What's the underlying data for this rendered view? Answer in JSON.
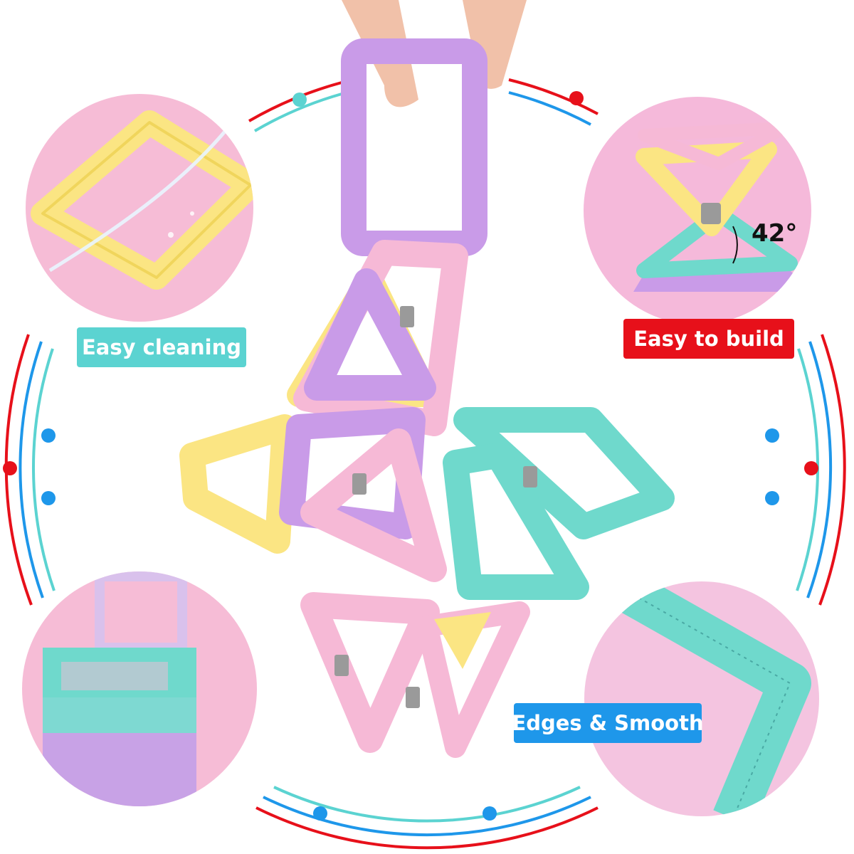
{
  "features": {
    "cleaning": "Easy cleaning",
    "build": "Easy to build",
    "edges": "Edges & Smooth",
    "angle": "42°"
  },
  "colors": {
    "pink": "#f6b9d6",
    "purple": "#c99be8",
    "yellow": "#fbe583",
    "mint": "#6fd9cc",
    "ring_red": "#e7101a",
    "ring_blue": "#1e97ea",
    "ring_cyan": "#5bd3d1"
  }
}
